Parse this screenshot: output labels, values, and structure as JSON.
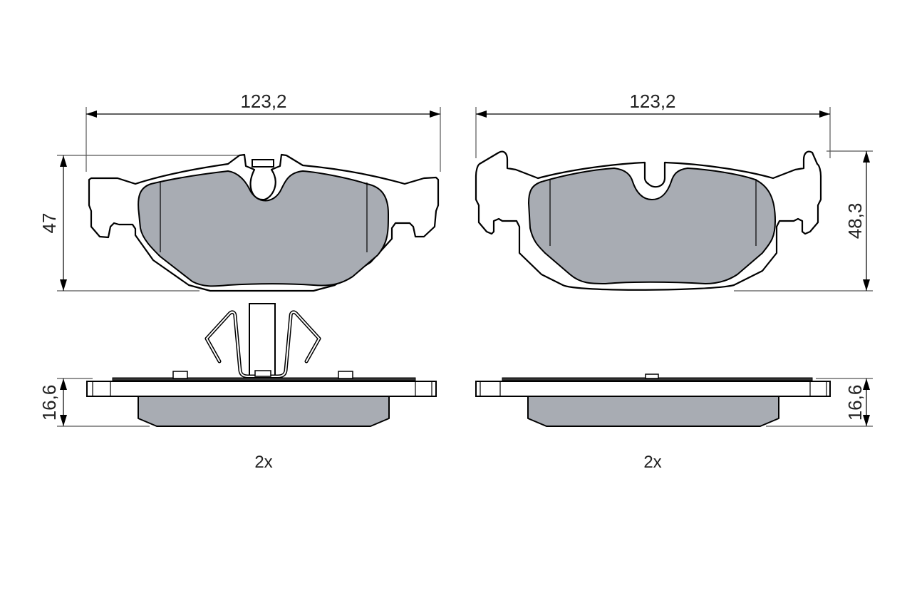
{
  "drawing": {
    "subject": "brake pad set technical drawing",
    "colors": {
      "friction_material": "#a8acb3",
      "line": "#000000",
      "background": "#ffffff"
    },
    "left_pad": {
      "width_label": "123,2",
      "height_label": "47",
      "thickness_label": "16,6",
      "quantity_label": "2x",
      "has_spring_clip": true,
      "has_wear_indicator_slots": true
    },
    "right_pad": {
      "width_label": "123,2",
      "height_label": "48,3",
      "thickness_label": "16,6",
      "quantity_label": "2x",
      "has_spring_clip": false,
      "has_wear_indicator_slots": true
    }
  }
}
